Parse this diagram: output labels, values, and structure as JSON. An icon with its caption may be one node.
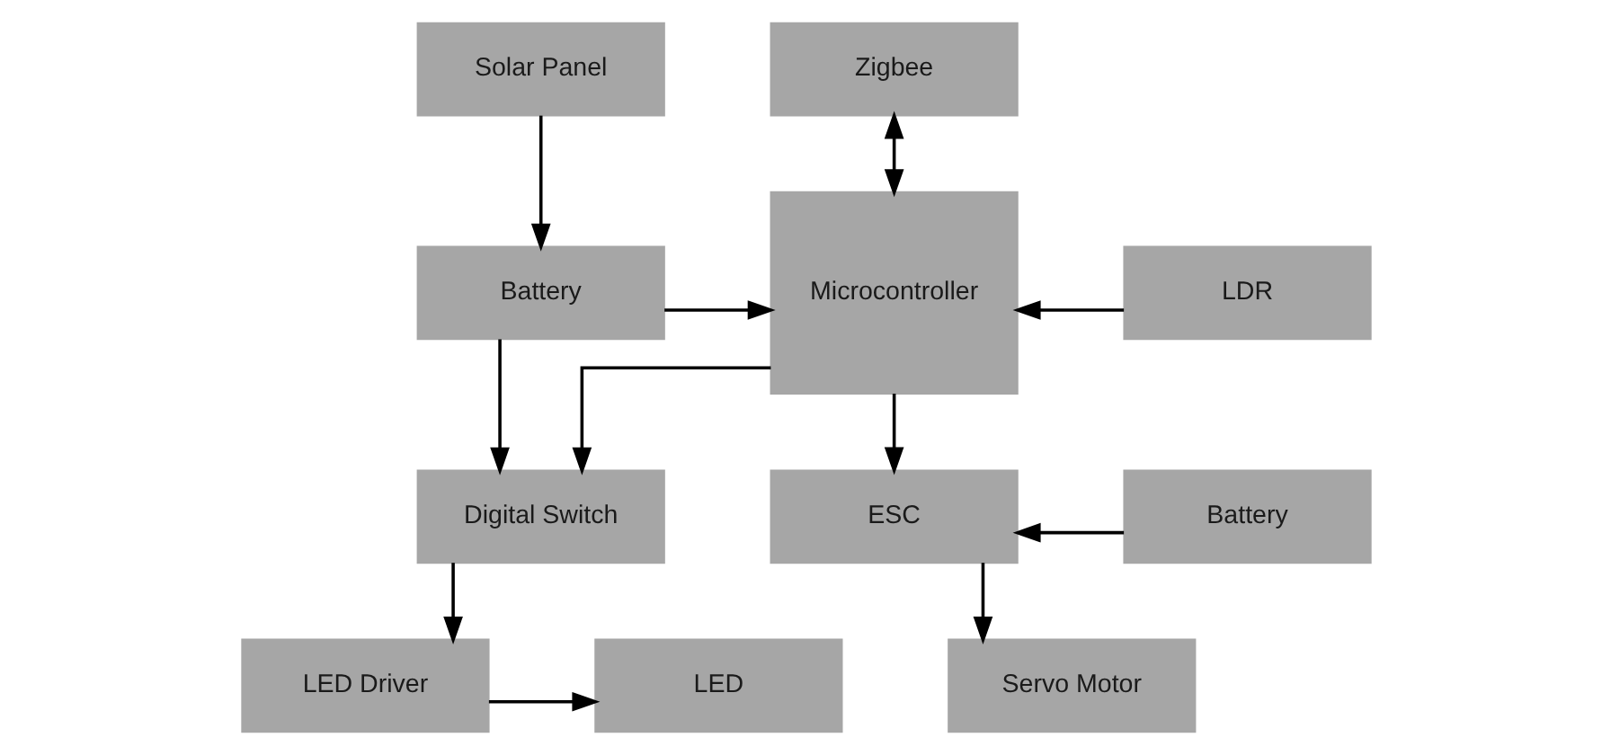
{
  "diagram": {
    "nodes": [
      {
        "text": [
          "Solar Panel"
        ]
      },
      {
        "text": [
          "Zigbee"
        ]
      },
      {
        "text": [
          "Battery"
        ]
      },
      {
        "text": [
          "Microcontroller"
        ]
      },
      {
        "text": [
          "LDR"
        ]
      },
      {
        "text": [
          "Digital Switch"
        ]
      },
      {
        "text": [
          "ESC"
        ]
      },
      {
        "text": [
          "Battery"
        ]
      },
      {
        "text": [
          "LED Driver"
        ]
      },
      {
        "text": [
          "LED"
        ]
      },
      {
        "text": [
          "Servo Motor"
        ]
      }
    ],
    "edges": [
      {
        "from": 0,
        "to": 2,
        "arrow": "to"
      },
      {
        "from": 3,
        "to": 1,
        "arrow": "both"
      },
      {
        "from": 2,
        "to": 3,
        "arrow": "to"
      },
      {
        "from": 4,
        "to": 3,
        "arrow": "to"
      },
      {
        "from": 2,
        "to": 5,
        "arrow": "to"
      },
      {
        "from": 3,
        "to": 5,
        "arrow": "to"
      },
      {
        "from": 3,
        "to": 6,
        "arrow": "to"
      },
      {
        "from": 7,
        "to": 6,
        "arrow": "to"
      },
      {
        "from": 5,
        "to": 8,
        "arrow": "to"
      },
      {
        "from": 8,
        "to": 9,
        "arrow": "to"
      },
      {
        "from": 6,
        "to": 10,
        "arrow": "to"
      }
    ]
  }
}
